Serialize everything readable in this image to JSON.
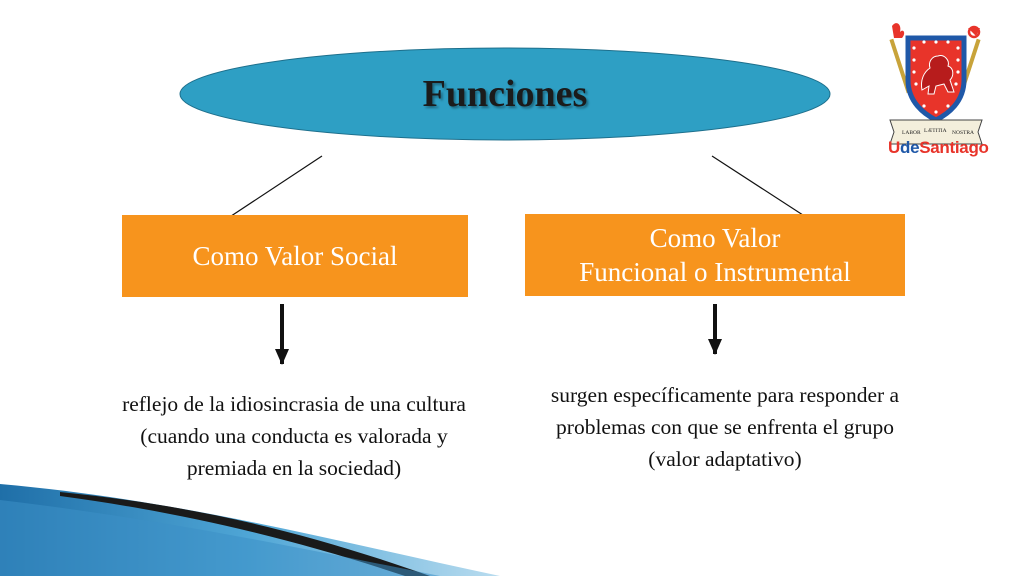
{
  "title": "Funciones",
  "branches": [
    {
      "label_lines": [
        "Como Valor Social"
      ],
      "description": "reflejo de la idiosincrasia de una cultura (cuando una conducta es valorada y premiada en la sociedad)"
    },
    {
      "label_lines": [
        "Como Valor",
        "Funcional o Instrumental"
      ],
      "description": "surgen específicamente para responder a problemas con que se enfrenta el grupo (valor adaptativo)"
    }
  ],
  "logo": {
    "prefix": "U",
    "middle": "de",
    "suffix": "Santiago",
    "motto": [
      "LABOR",
      "LÆTITIA",
      "NOSTRA"
    ]
  },
  "colors": {
    "ellipse_fill": "#2e9fc4",
    "box_fill": "#f7941d",
    "box_text": "#ffffff",
    "logo_red": "#e8342a",
    "logo_blue": "#1f58a8"
  }
}
